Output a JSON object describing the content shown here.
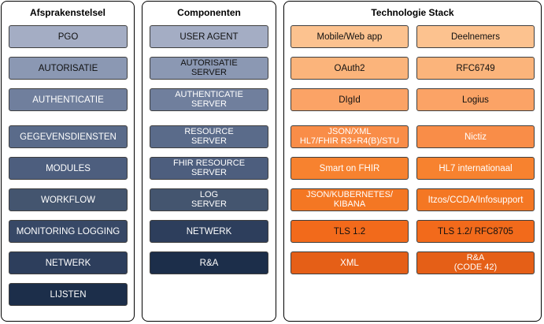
{
  "afsprakenstelsel": {
    "title": "Afsprakenstelsel",
    "items": [
      "PGO",
      "AUTORISATIE",
      "AUTHENTICATIE",
      "GEGEVENSDIENSTEN",
      "MODULES",
      "WORKFLOW",
      "MONITORING LOGGING",
      "NETWERK",
      "LIJSTEN"
    ]
  },
  "componenten": {
    "title": "Componenten",
    "items": [
      "USER AGENT",
      "AUTORISATIE\nSERVER",
      "AUTHENTICATIE\nSERVER",
      "RESOURCE\nSERVER",
      "FHIR RESOURCE\nSERVER",
      "LOG\nSERVER",
      "NETWERK",
      "R&A"
    ]
  },
  "technologie_stack": {
    "title": "Technologie Stack",
    "left": [
      "Mobile/Web app",
      "OAuth2",
      "DIgId",
      "JSON/XML\nHL7/FHIR R3+R4(B)/STU",
      "Smart on FHIR",
      "JSON/KUBERNETES/\nKIBANA",
      "TLS 1.2",
      "XML"
    ],
    "right": [
      "Deelnemers",
      "RFC6749",
      "Logius",
      "Nictiz",
      "HL7 internationaal",
      "Itzos/CCDA/Infosupport",
      "TLS 1.2/ RFC8705",
      "R&A\n(CODE 42)"
    ]
  }
}
